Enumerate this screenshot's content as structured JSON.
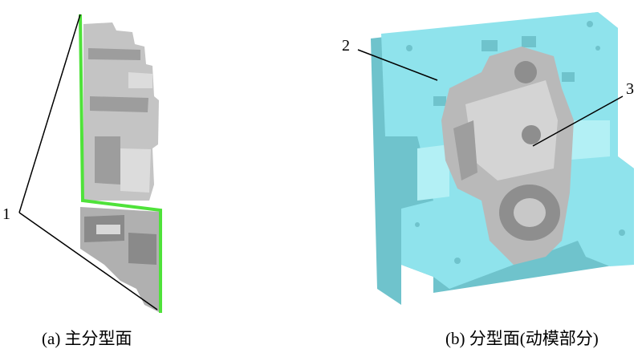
{
  "panel_a": {
    "caption": "(a) 主分型面",
    "label_1": "1"
  },
  "panel_b": {
    "caption": "(b) 分型面(动模部分)",
    "label_2": "2",
    "label_3": "3"
  },
  "colors": {
    "parting_line": "#4fe23a",
    "mold_plate": "#8fe3ec",
    "casting": "#b9b9b9"
  }
}
